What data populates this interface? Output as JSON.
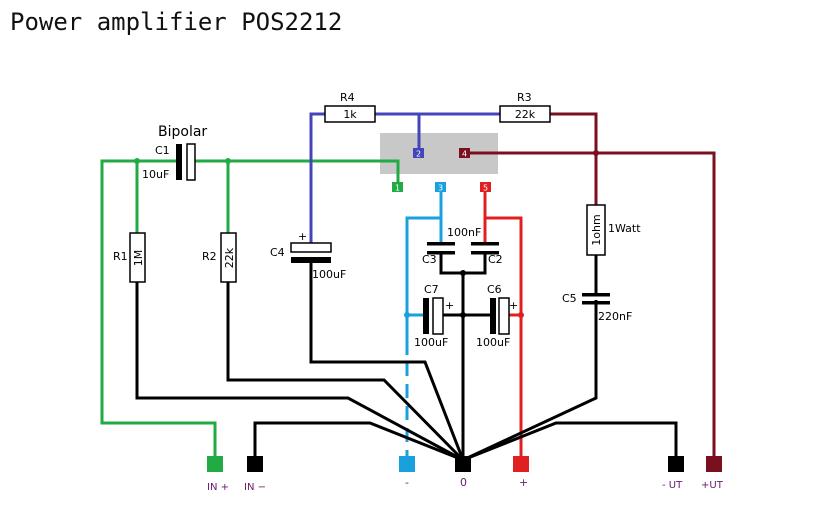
{
  "title": "Power amplifier POS2212",
  "components": {
    "c1": {
      "ref": "C1",
      "value": "10uF",
      "note": "Bipolar"
    },
    "r1": {
      "ref": "R1",
      "value": "1M"
    },
    "r2": {
      "ref": "R2",
      "value": "22k"
    },
    "r3": {
      "ref": "R3",
      "value": "22k"
    },
    "r4": {
      "ref": "R4",
      "value": "1k"
    },
    "c2": {
      "ref": "C2"
    },
    "c3": {
      "ref": "C3",
      "value": "100nF"
    },
    "c4": {
      "ref": "C4",
      "value": "100uF",
      "polarity": "+"
    },
    "c5": {
      "ref": "C5",
      "value": "220nF"
    },
    "c6": {
      "ref": "C6",
      "value": "100uF",
      "polarity": "+"
    },
    "c7": {
      "ref": "C7",
      "value": "100uF",
      "polarity": "+"
    },
    "r5": {
      "value": "1ohm",
      "rating": "1Watt"
    }
  },
  "ic_pins": {
    "p1": "1",
    "p2": "2",
    "p3": "3",
    "p4": "4",
    "p5": "5"
  },
  "terminals": {
    "in_plus": "IN +",
    "in_minus": "IN −",
    "neg": "-",
    "gnd": "0",
    "pos": "+",
    "ut_minus": "- UT",
    "ut_plus": "+UT"
  },
  "colors": {
    "green": "#22aa44",
    "blue": "#4444bb",
    "cyan": "#1aa0dd",
    "red": "#e02020",
    "darkred": "#7a0f1f",
    "black": "#000000",
    "ic": "#c8c8c8"
  }
}
